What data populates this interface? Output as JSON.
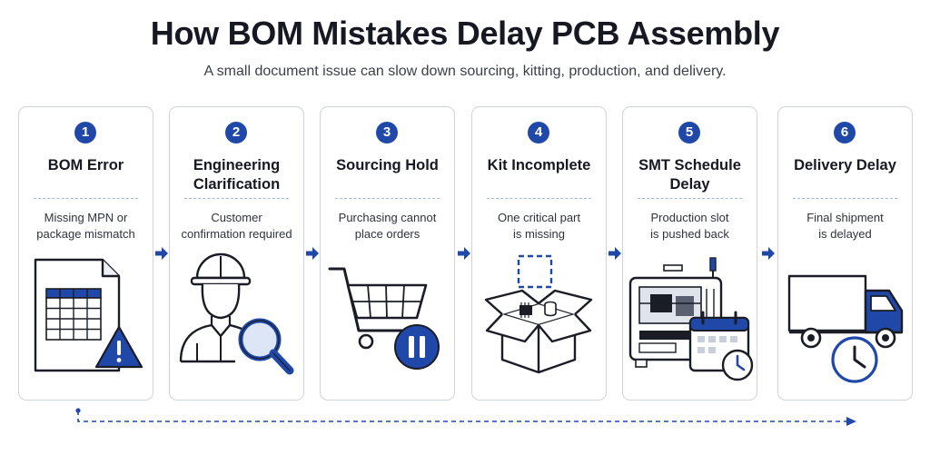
{
  "title": "How BOM Mistakes Delay PCB Assembly",
  "subtitle": "A small document issue can slow down sourcing, kitting, production, and delivery.",
  "colors": {
    "accent": "#1f48a8",
    "outline": "#1a1d26",
    "card_border": "#cfd4dc",
    "dashed": "#9fb6da"
  },
  "steps": [
    {
      "number": "1",
      "title": "BOM Error",
      "desc": "Missing MPN or\npackage mismatch",
      "icon": "spreadsheet-warning-icon"
    },
    {
      "number": "2",
      "title": "Engineering\nClarification",
      "desc": "Customer\nconfirmation required",
      "icon": "engineer-magnifier-icon"
    },
    {
      "number": "3",
      "title": "Sourcing Hold",
      "desc": "Purchasing cannot\nplace orders",
      "icon": "cart-pause-icon"
    },
    {
      "number": "4",
      "title": "Kit Incomplete",
      "desc": "One critical part\nis missing",
      "icon": "open-box-missing-part-icon"
    },
    {
      "number": "5",
      "title": "SMT Schedule\nDelay",
      "desc": "Production slot\nis pushed back",
      "icon": "smt-machine-calendar-icon"
    },
    {
      "number": "6",
      "title": "Delivery Delay",
      "desc": "Final shipment\nis delayed",
      "icon": "truck-clock-icon"
    }
  ]
}
